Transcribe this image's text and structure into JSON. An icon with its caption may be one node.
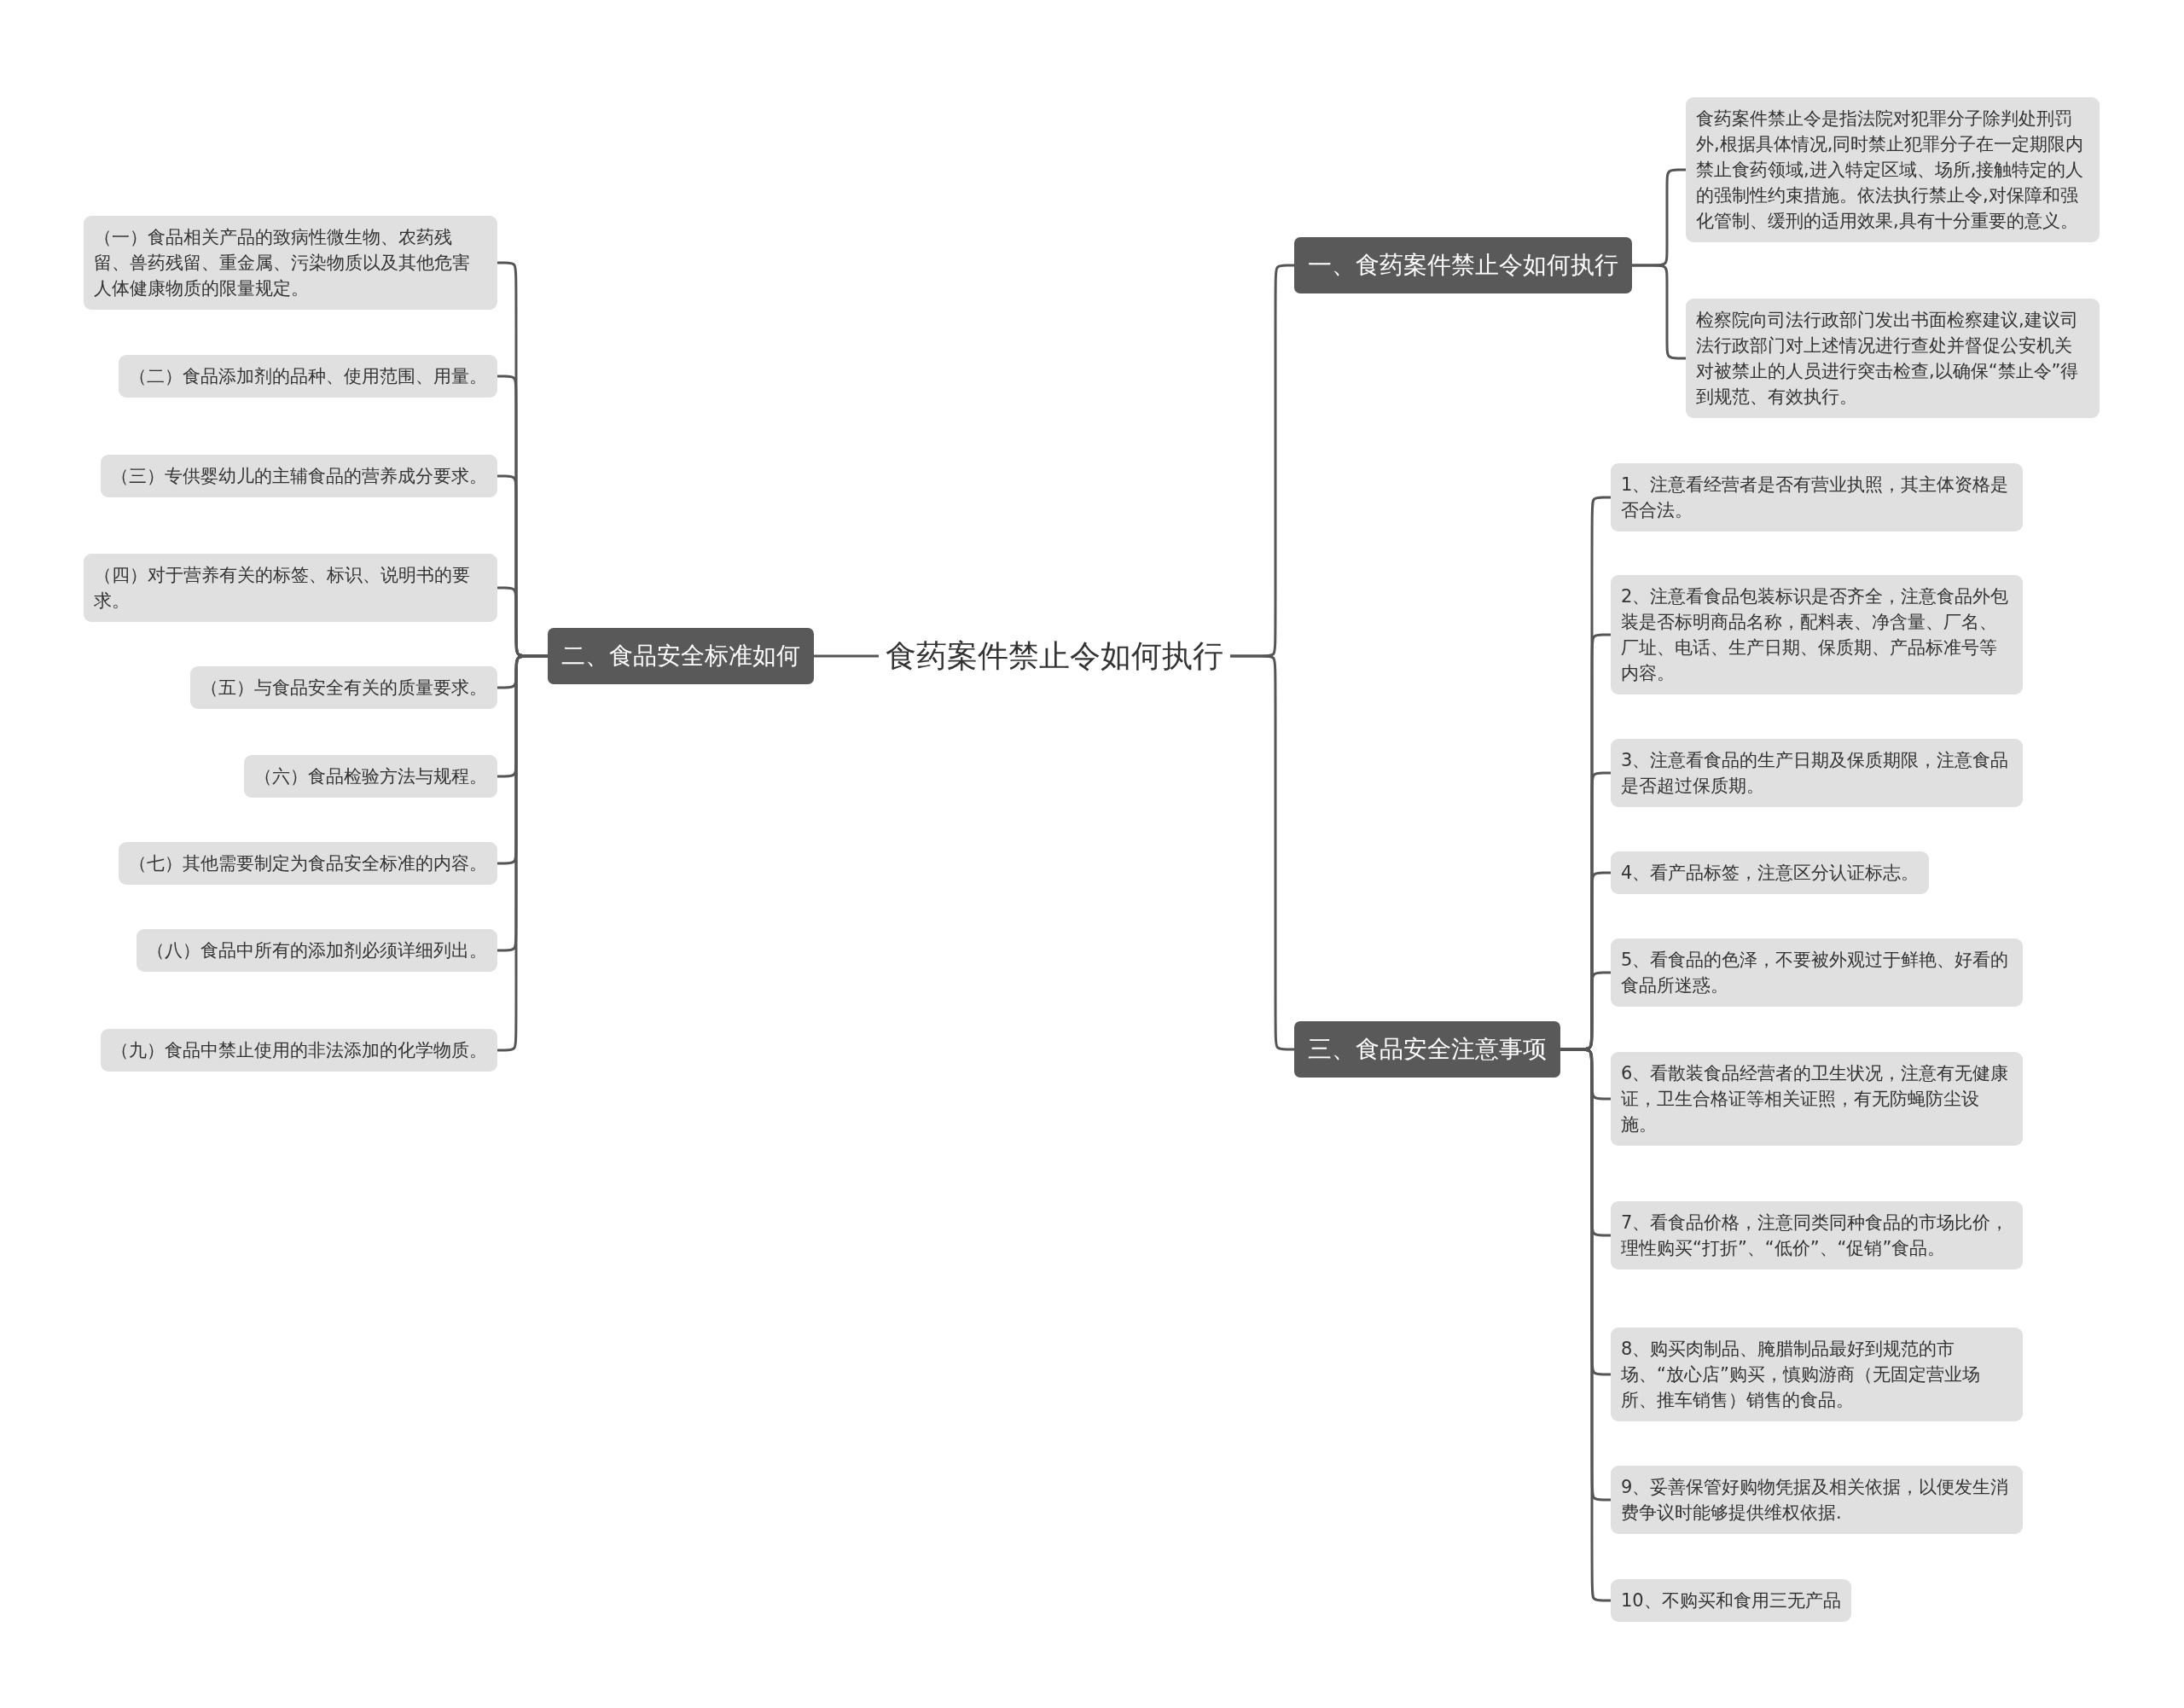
{
  "diagram": {
    "nodes": [
      {
        "text": [
          "食药案件禁止令如何执行"
        ]
      },
      {
        "text": [
          "一、食药案件禁止令如何执行"
        ]
      },
      {
        "text": [
          "食药案件禁止令是指法院对犯罪分子除判处刑罚外,根据具体情况,同时禁止犯罪分子在一定期限内禁止食药领域,进入特定区域、场所,接触特定的人的强制性约束措施。依法执行禁止令,对保障和强化管制、缓刑的适用效果,具有十分重要的意义。"
        ]
      },
      {
        "text": [
          "检察院向司法行政部门发出书面检察建议,建议司法行政部门对上述情况进行查处并督促公安机关对被禁止的人员进行突击检查,以确保“禁止令”得到规范、有效执行。"
        ]
      },
      {
        "text": [
          "二、食品安全标准如何"
        ]
      },
      {
        "text": [
          "（一）食品相关产品的致病性微生物、农药残留、兽药残留、重金属、污染物质以及其他危害人体健康物质的限量规定。"
        ]
      },
      {
        "text": [
          "（二）食品添加剂的品种、使用范围、用量。"
        ]
      },
      {
        "text": [
          "（三）专供婴幼儿的主辅食品的营养成分要求。"
        ]
      },
      {
        "text": [
          "（四）对于营养有关的标签、标识、说明书的要求。"
        ]
      },
      {
        "text": [
          "（五）与食品安全有关的质量要求。"
        ]
      },
      {
        "text": [
          "（六）食品检验方法与规程。"
        ]
      },
      {
        "text": [
          "（七）其他需要制定为食品安全标准的内容。"
        ]
      },
      {
        "text": [
          "（八）食品中所有的添加剂必须详细列出。"
        ]
      },
      {
        "text": [
          "（九）食品中禁止使用的非法添加的化学物质。"
        ]
      },
      {
        "text": [
          "三、食品安全注意事项"
        ]
      },
      {
        "text": [
          "1、注意看经营者是否有营业执照，其主体资格是否合法。"
        ]
      },
      {
        "text": [
          "2、注意看食品包装标识是否齐全，注意食品外包装是否标明商品名称，配料表、净含量、厂名、厂址、电话、生产日期、保质期、产品标准号等内容。"
        ]
      },
      {
        "text": [
          "3、注意看食品的生产日期及保质期限，注意食品是否超过保质期。"
        ]
      },
      {
        "text": [
          "4、看产品标签，注意区分认证标志。"
        ]
      },
      {
        "text": [
          "5、看食品的色泽，不要被外观过于鲜艳、好看的食品所迷惑。"
        ]
      },
      {
        "text": [
          "6、看散装食品经营者的卫生状况，注意有无健康证，卫生合格证等相关证照，有无防蝇防尘设施。"
        ]
      },
      {
        "text": [
          "7、看食品价格，注意同类同种食品的市场比价，理性购买“打折”、“低价”、“促销”食品。"
        ]
      },
      {
        "text": [
          "8、购买肉制品、腌腊制品最好到规范的市场、“放心店”购买，慎购游商（无固定营业场所、推车销售）销售的食品。"
        ]
      },
      {
        "text": [
          "9、妥善保管好购物凭据及相关依据，以便发生消费争议时能够提供维权依据."
        ]
      },
      {
        "text": [
          "10、不购买和食用三无产品"
        ]
      }
    ],
    "edges": [
      {
        "from": 0,
        "to": 1,
        "arrow": "none"
      },
      {
        "from": 1,
        "to": 2,
        "arrow": "none"
      },
      {
        "from": 1,
        "to": 3,
        "arrow": "none"
      },
      {
        "from": 0,
        "to": 4,
        "arrow": "none"
      },
      {
        "from": 4,
        "to": 5,
        "arrow": "none"
      },
      {
        "from": 4,
        "to": 6,
        "arrow": "none"
      },
      {
        "from": 4,
        "to": 7,
        "arrow": "none"
      },
      {
        "from": 4,
        "to": 8,
        "arrow": "none"
      },
      {
        "from": 4,
        "to": 9,
        "arrow": "none"
      },
      {
        "from": 4,
        "to": 10,
        "arrow": "none"
      },
      {
        "from": 4,
        "to": 11,
        "arrow": "none"
      },
      {
        "from": 4,
        "to": 12,
        "arrow": "none"
      },
      {
        "from": 4,
        "to": 13,
        "arrow": "none"
      },
      {
        "from": 0,
        "to": 14,
        "arrow": "none"
      },
      {
        "from": 14,
        "to": 15,
        "arrow": "none"
      },
      {
        "from": 14,
        "to": 16,
        "arrow": "none"
      },
      {
        "from": 14,
        "to": 17,
        "arrow": "none"
      },
      {
        "from": 14,
        "to": 18,
        "arrow": "none"
      },
      {
        "from": 14,
        "to": 19,
        "arrow": "none"
      },
      {
        "from": 14,
        "to": 20,
        "arrow": "none"
      },
      {
        "from": 14,
        "to": 21,
        "arrow": "none"
      },
      {
        "from": 14,
        "to": 22,
        "arrow": "none"
      },
      {
        "from": 14,
        "to": 23,
        "arrow": "none"
      },
      {
        "from": 14,
        "to": 24,
        "arrow": "none"
      }
    ]
  }
}
